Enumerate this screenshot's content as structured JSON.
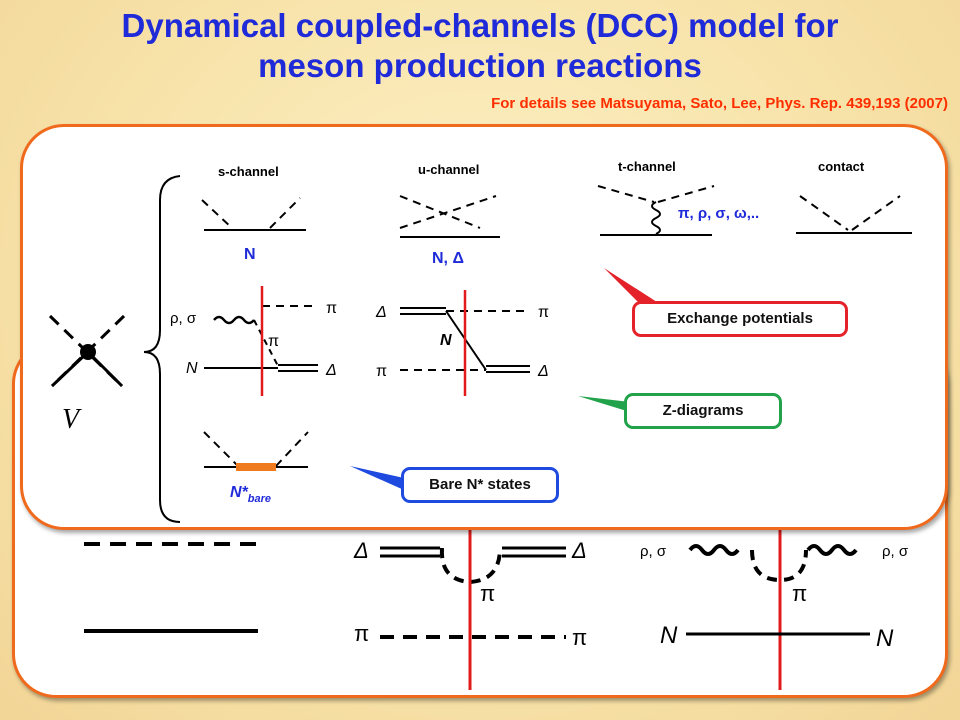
{
  "title": {
    "line1": "Dynamical coupled-channels (DCC) model for",
    "line2": "meson production reactions"
  },
  "reference": "For details see Matsuyama, Sato, Lee, Phys. Rep. 439,193 (2007)",
  "front": {
    "headers": {
      "s": "s-channel",
      "u": "u-channel",
      "t": "t-channel",
      "contact": "contact"
    },
    "s_label": "N",
    "u_label": "N, Δ",
    "t_mesons": "π, ρ, σ, ω,..",
    "z1": {
      "meson": "ρ, σ",
      "pi_out": "π",
      "pi_mid": "π",
      "N": "N",
      "delta": "Δ"
    },
    "z2": {
      "delta": "Δ",
      "pi_out": "π",
      "N": "N",
      "pi_in": "π",
      "delta_out": "Δ"
    },
    "bare_label_main": "N*",
    "bare_label_sub": "bare",
    "v_label": "V",
    "callouts": {
      "exchange": "Exchange potentials",
      "z": "Z-diagrams",
      "bare": "Bare N* states"
    }
  },
  "back": {
    "delta_l": "Δ",
    "delta_r": "Δ",
    "pi_mid": "π",
    "pi_l": "π",
    "pi_r": "π",
    "rho_l": "ρ, σ",
    "rho_r": "ρ, σ",
    "pi_mid2": "π",
    "N_l": "N",
    "N_r": "N"
  },
  "colors": {
    "title": "#1f2ad8",
    "reference": "#ff2e00",
    "panel_border": "#f06a1e",
    "cut_line": "#e11b1b",
    "bare_bar": "#f07a1e",
    "callout_red": "#e4222a",
    "callout_green": "#22a24a",
    "callout_blue": "#1f4ae0"
  }
}
